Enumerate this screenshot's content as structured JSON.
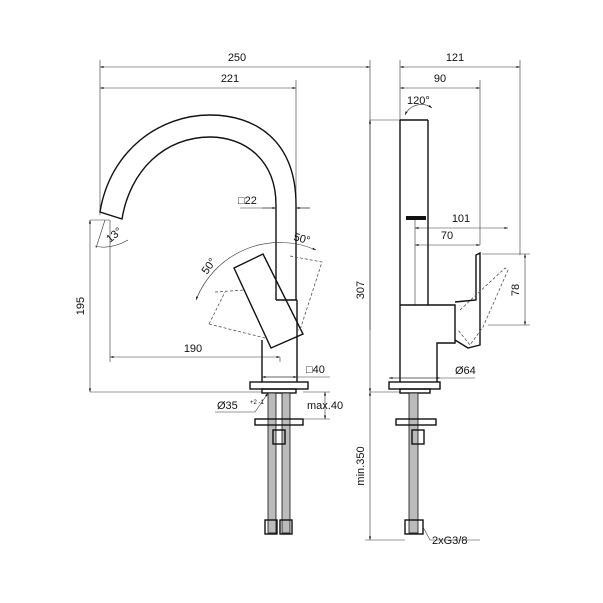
{
  "front_view": {
    "width_total": "250",
    "width_spout": "221",
    "spout_square": "□22",
    "spout_angle": "13°",
    "lever_angle_left": "50°",
    "lever_angle_right": "50°",
    "height_spout": "195",
    "reach": "190",
    "body_square": "□40",
    "hole_diameter": "Ø35",
    "hole_tolerance": "+2 -1",
    "deck_thickness": "max.40"
  },
  "side_view": {
    "depth_total": "121",
    "depth_spout": "90",
    "swivel_angle": "120°",
    "lever_reach_open": "101",
    "lever_reach": "70",
    "lever_height": "78",
    "total_height": "307",
    "base_diameter": "Ø64",
    "hose_length": "min.350",
    "connections": "2xG3/8"
  }
}
